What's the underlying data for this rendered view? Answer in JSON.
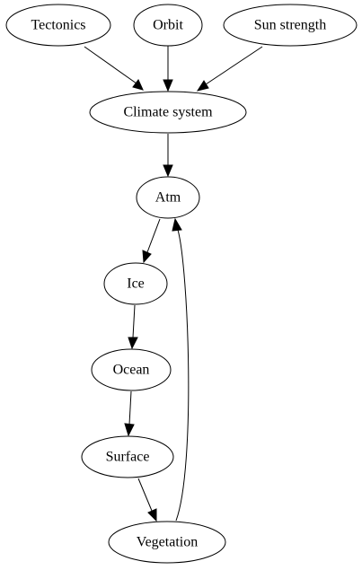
{
  "diagram": {
    "nodes": {
      "tectonics": "Tectonics",
      "orbit": "Orbit",
      "sun_strength": "Sun strength",
      "climate_system": "Climate system",
      "atm": "Atm",
      "ice": "Ice",
      "ocean": "Ocean",
      "surface": "Surface",
      "vegetation": "Vegetation"
    },
    "edges": [
      {
        "from": "Tectonics",
        "to": "Climate system"
      },
      {
        "from": "Orbit",
        "to": "Climate system"
      },
      {
        "from": "Sun strength",
        "to": "Climate system"
      },
      {
        "from": "Climate system",
        "to": "Atm"
      },
      {
        "from": "Atm",
        "to": "Ice"
      },
      {
        "from": "Ice",
        "to": "Ocean"
      },
      {
        "from": "Ocean",
        "to": "Surface"
      },
      {
        "from": "Surface",
        "to": "Vegetation"
      },
      {
        "from": "Vegetation",
        "to": "Atm"
      }
    ]
  }
}
